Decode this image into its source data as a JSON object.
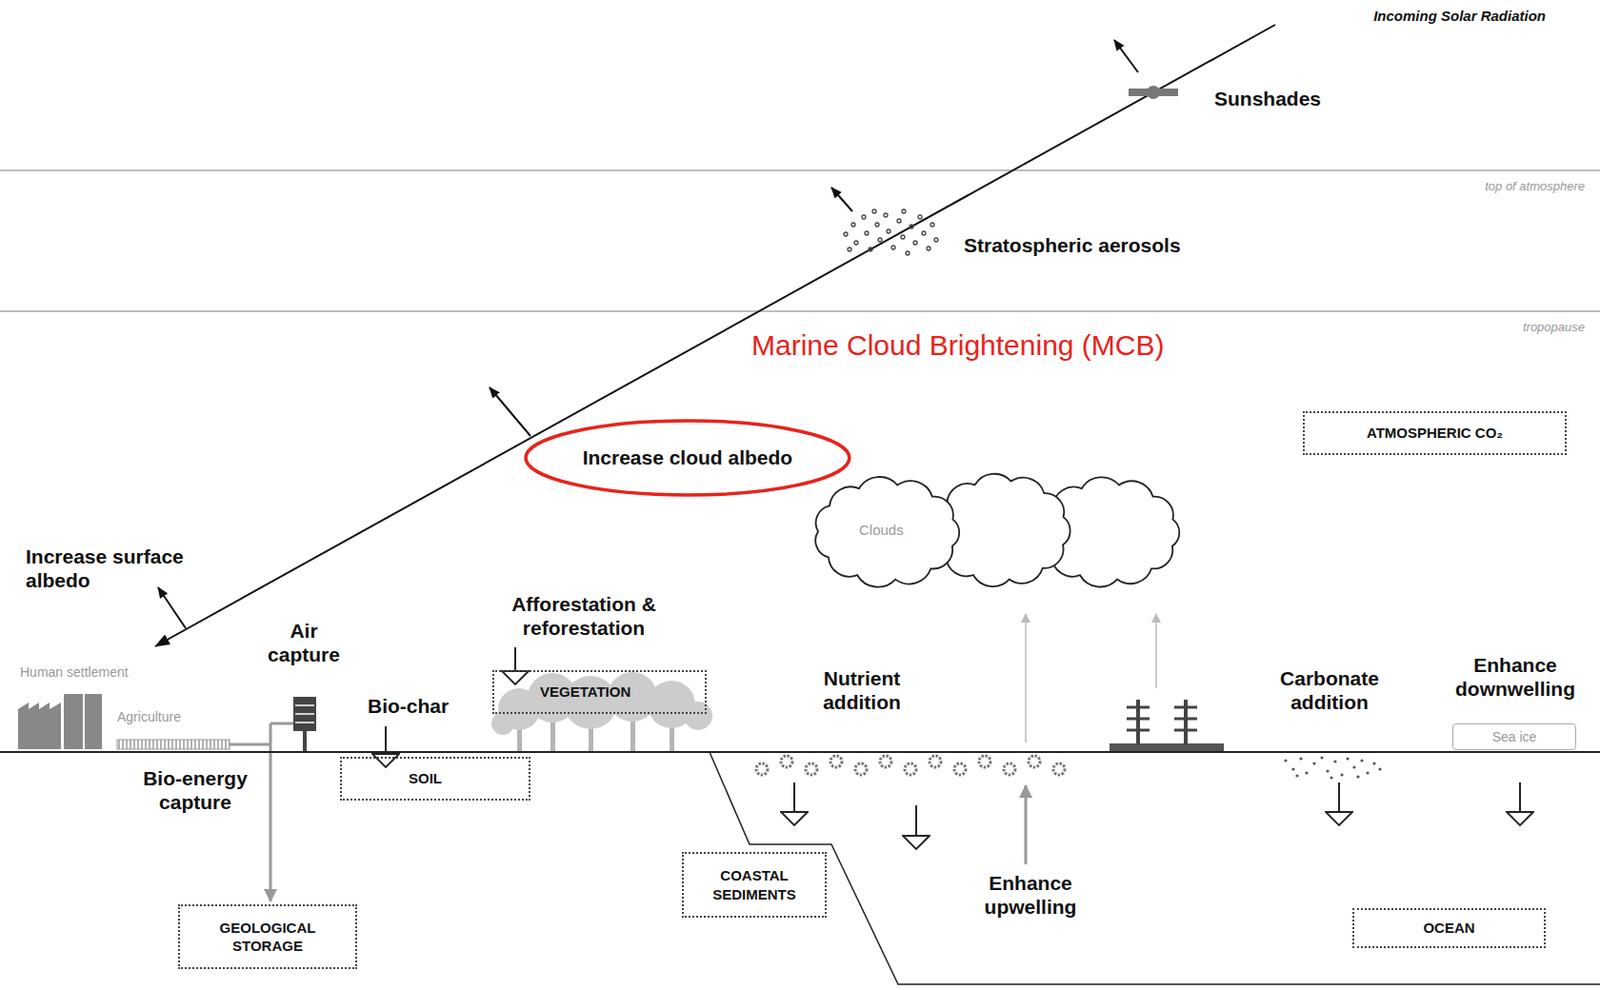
{
  "diagram": {
    "nodes": [
      {
        "text": [
          "ATMOSPHERIC CO₂"
        ]
      },
      {
        "text": [
          "Increase cloud albedo"
        ]
      },
      {
        "text": [
          "Clouds"
        ]
      },
      {
        "text": [
          "VEGETATION"
        ]
      },
      {
        "text": [
          "Sea ice"
        ]
      },
      {
        "text": [
          "SOIL"
        ]
      },
      {
        "text": [
          "COASTAL SEDIMENTS"
        ]
      },
      {
        "text": [
          "GEOLOGICAL STORAGE"
        ]
      },
      {
        "text": [
          "OCEAN"
        ]
      }
    ],
    "labels": [
      "Incoming Solar Radiation",
      "Sunshades",
      "top of atmosphere",
      "Stratospheric aerosols",
      "tropopause",
      "Marine Cloud Brightening (MCB)",
      "Increase surface albedo",
      "Human settlement",
      "Agriculture",
      "Air capture",
      "Bio-char",
      "Afforestation & reforestation",
      "Nutrient addition",
      "Carbonate addition",
      "Enhance downwelling",
      "Bio-energy capture",
      "Enhance upwelling"
    ]
  }
}
